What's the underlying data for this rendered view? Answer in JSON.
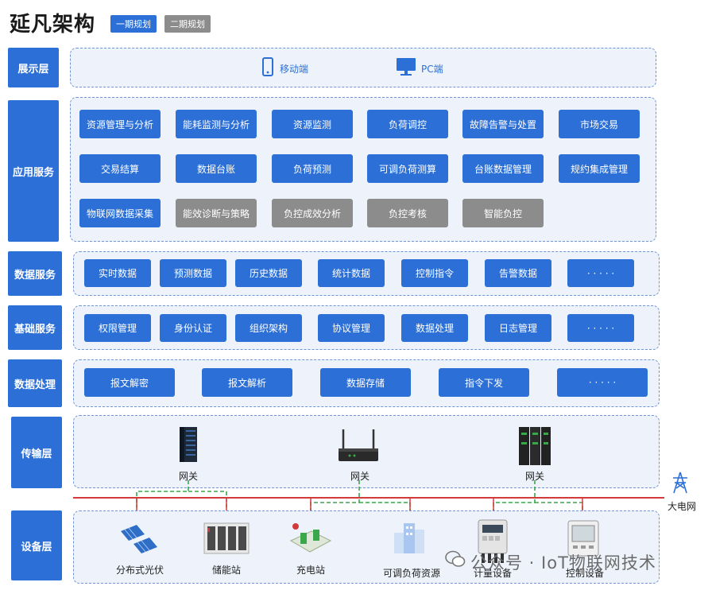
{
  "header": {
    "title": "延凡架构",
    "legend": [
      {
        "label": "一期规划",
        "color": "#2b6fd7"
      },
      {
        "label": "二期规划",
        "color": "#8c8c8c"
      }
    ]
  },
  "layers": {
    "display": {
      "label": "展示层",
      "items": [
        {
          "label": "移动端",
          "icon": "mobile-phone-icon"
        },
        {
          "label": "PC端",
          "icon": "monitor-icon"
        }
      ]
    },
    "application": {
      "label": "应用服务",
      "rows": [
        [
          {
            "label": "资源管理与分析",
            "phase": 1
          },
          {
            "label": "能耗监测与分析",
            "phase": 1
          },
          {
            "label": "资源监测",
            "phase": 1
          },
          {
            "label": "负荷调控",
            "phase": 1
          },
          {
            "label": "故障告警与处置",
            "phase": 1
          },
          {
            "label": "市场交易",
            "phase": 1
          }
        ],
        [
          {
            "label": "交易结算",
            "phase": 1
          },
          {
            "label": "数据台账",
            "phase": 1
          },
          {
            "label": "负荷预测",
            "phase": 1
          },
          {
            "label": "可调负荷测算",
            "phase": 1
          },
          {
            "label": "台账数据管理",
            "phase": 1
          },
          {
            "label": "规约集成管理",
            "phase": 1
          }
        ],
        [
          {
            "label": "物联网数据采集",
            "phase": 1
          },
          {
            "label": "能效诊断与策略",
            "phase": 2
          },
          {
            "label": "负控成效分析",
            "phase": 2
          },
          {
            "label": "负控考核",
            "phase": 2
          },
          {
            "label": "智能负控",
            "phase": 2
          }
        ]
      ]
    },
    "data_service": {
      "label": "数据服务",
      "items": [
        "实时数据",
        "预测数据",
        "历史数据",
        "统计数据",
        "控制指令",
        "告警数据",
        "· · · · ·"
      ]
    },
    "base_service": {
      "label": "基础服务",
      "items": [
        "权限管理",
        "身份认证",
        "组织架构",
        "协议管理",
        "数据处理",
        "日志管理",
        "· · · · ·"
      ]
    },
    "data_processing": {
      "label": "数据处理",
      "items": [
        "报文解密",
        "报文解析",
        "数据存储",
        "指令下发",
        "· · · · ·"
      ]
    },
    "transport": {
      "label": "传输层",
      "gateways": [
        {
          "label": "网关",
          "icon": "server-rack-icon"
        },
        {
          "label": "网关",
          "icon": "router-gateway-icon"
        },
        {
          "label": "网关",
          "icon": "server-cabinet-icon"
        }
      ],
      "grid_label": "大电网",
      "grid_icon": "power-tower-icon"
    },
    "device": {
      "label": "设备层",
      "items": [
        {
          "label": "分布式光伏",
          "icon": "solar-panel-icon"
        },
        {
          "label": "储能站",
          "icon": "battery-storage-icon"
        },
        {
          "label": "充电站",
          "icon": "charging-station-icon"
        },
        {
          "label": "可调负荷资源",
          "icon": "building-load-icon"
        },
        {
          "label": "计量设备",
          "icon": "meter-icon"
        },
        {
          "label": "控制设备",
          "icon": "thermostat-icon"
        }
      ]
    }
  },
  "watermark": "公众号 · IoT物联网技术",
  "colors": {
    "phase1": "#2b6fd7",
    "phase2": "#8c8c8c",
    "panel_border": "#6f95d6",
    "grid_line": "#d33a3a",
    "link_line": "#3aa84a"
  }
}
